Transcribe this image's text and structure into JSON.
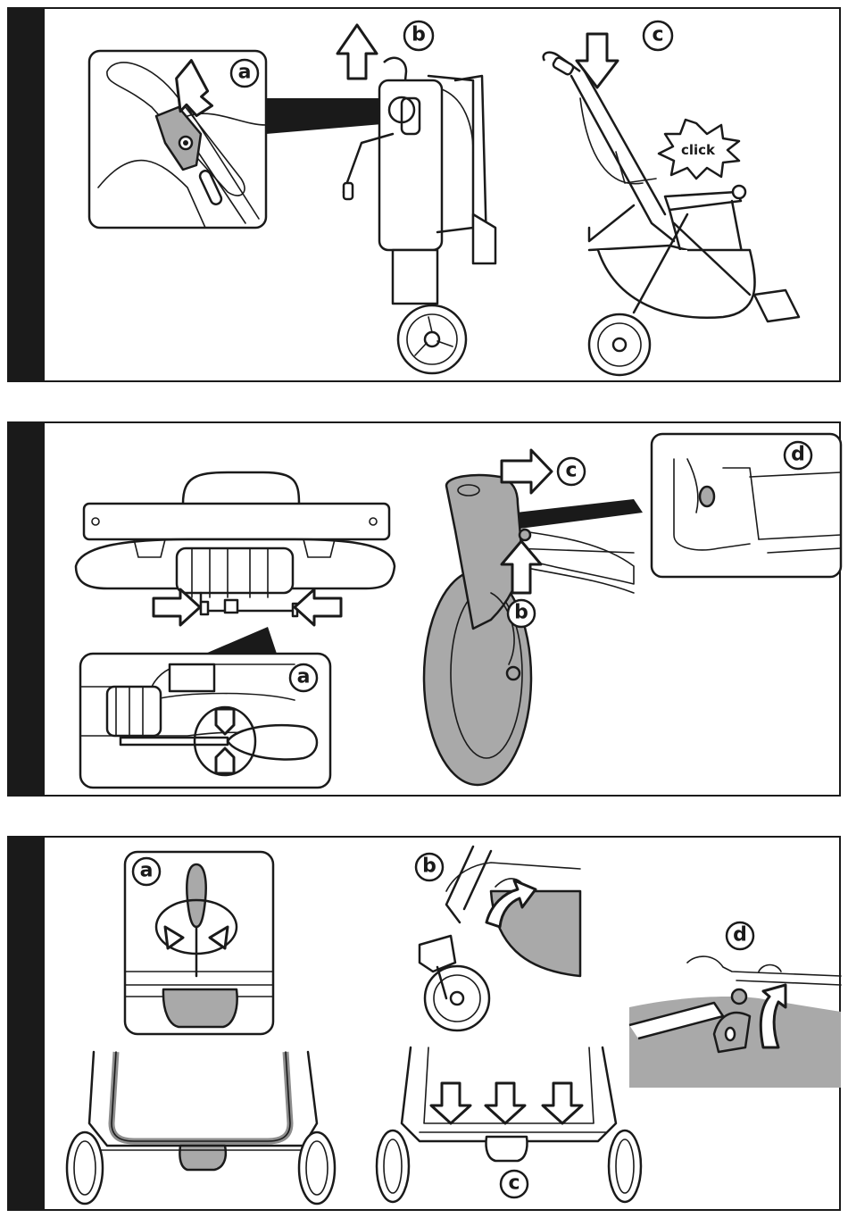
{
  "panels": [
    {
      "labels": {
        "a": "a",
        "b": "b",
        "c": "c"
      },
      "callout": "click"
    },
    {
      "labels": {
        "a": "a",
        "b": "b",
        "c": "c",
        "d": "d"
      }
    },
    {
      "labels": {
        "a": "a",
        "b": "b",
        "c": "c",
        "d": "d"
      }
    }
  ]
}
